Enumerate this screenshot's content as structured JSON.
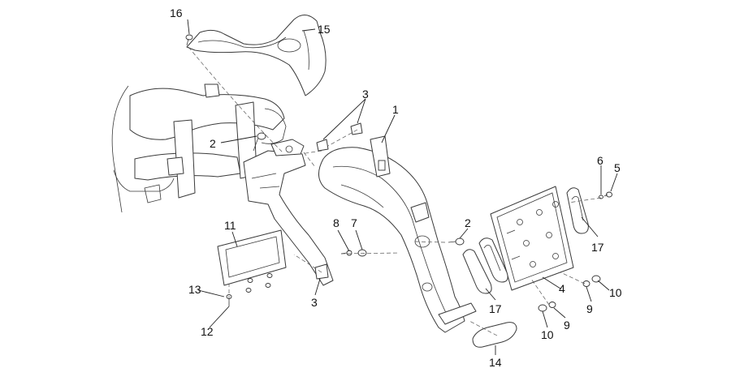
{
  "diagram": {
    "callouts": [
      {
        "id": "c16",
        "label": "16"
      },
      {
        "id": "c15",
        "label": "15"
      },
      {
        "id": "c3a",
        "label": "3"
      },
      {
        "id": "c1",
        "label": "1"
      },
      {
        "id": "c2a",
        "label": "2"
      },
      {
        "id": "c6",
        "label": "6"
      },
      {
        "id": "c5",
        "label": "5"
      },
      {
        "id": "c11",
        "label": "11"
      },
      {
        "id": "c8",
        "label": "8"
      },
      {
        "id": "c7",
        "label": "7"
      },
      {
        "id": "c2b",
        "label": "2"
      },
      {
        "id": "c17a",
        "label": "17"
      },
      {
        "id": "c13",
        "label": "13"
      },
      {
        "id": "c3b",
        "label": "3"
      },
      {
        "id": "c4",
        "label": "4"
      },
      {
        "id": "c10a",
        "label": "10"
      },
      {
        "id": "c9a",
        "label": "9"
      },
      {
        "id": "c17b",
        "label": "17"
      },
      {
        "id": "c12",
        "label": "12"
      },
      {
        "id": "c10b",
        "label": "10"
      },
      {
        "id": "c9b",
        "label": "9"
      },
      {
        "id": "c14",
        "label": "14"
      }
    ]
  }
}
